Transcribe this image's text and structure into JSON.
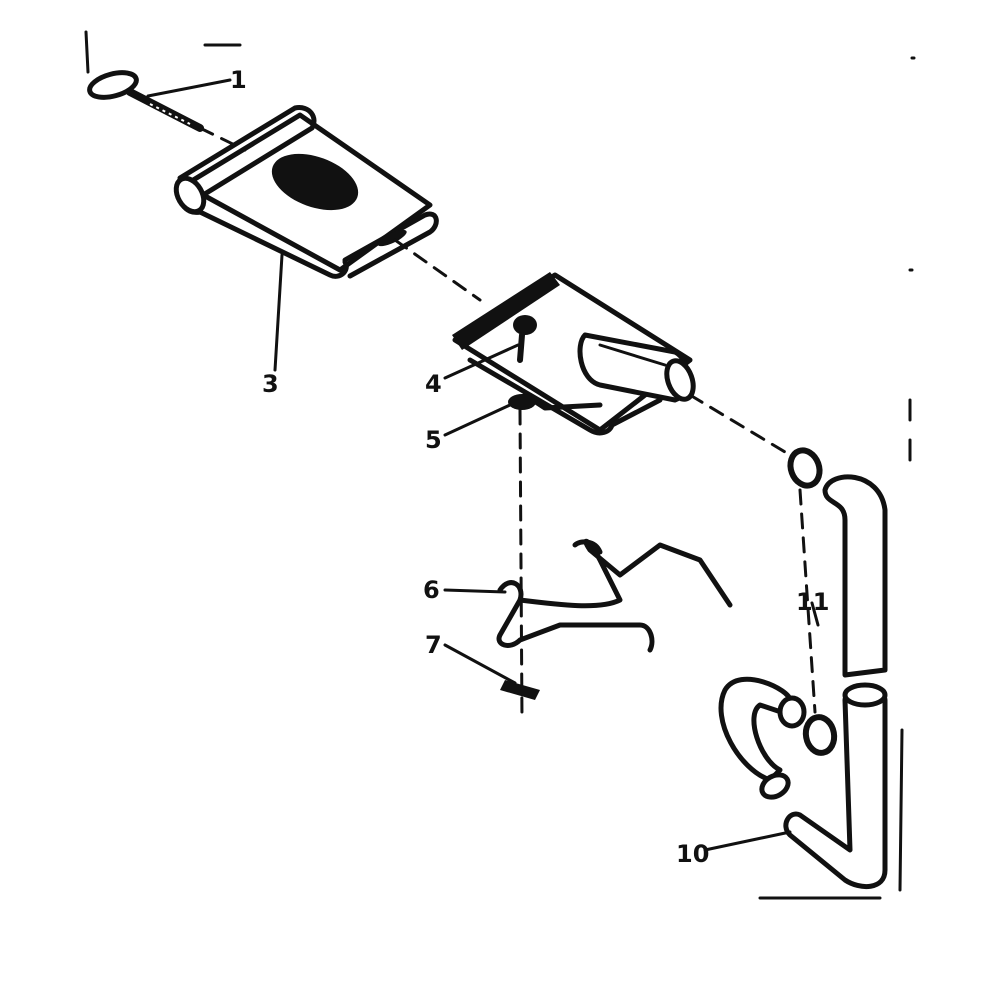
{
  "diagram": {
    "callouts": [
      {
        "id": "part-1",
        "label": "1"
      },
      {
        "id": "part-3",
        "label": "3"
      },
      {
        "id": "part-4",
        "label": "4"
      },
      {
        "id": "part-5",
        "label": "5"
      },
      {
        "id": "part-6",
        "label": "6"
      },
      {
        "id": "part-7",
        "label": "7"
      },
      {
        "id": "part-10",
        "label": "10"
      },
      {
        "id": "part-11",
        "label": "11"
      }
    ]
  }
}
